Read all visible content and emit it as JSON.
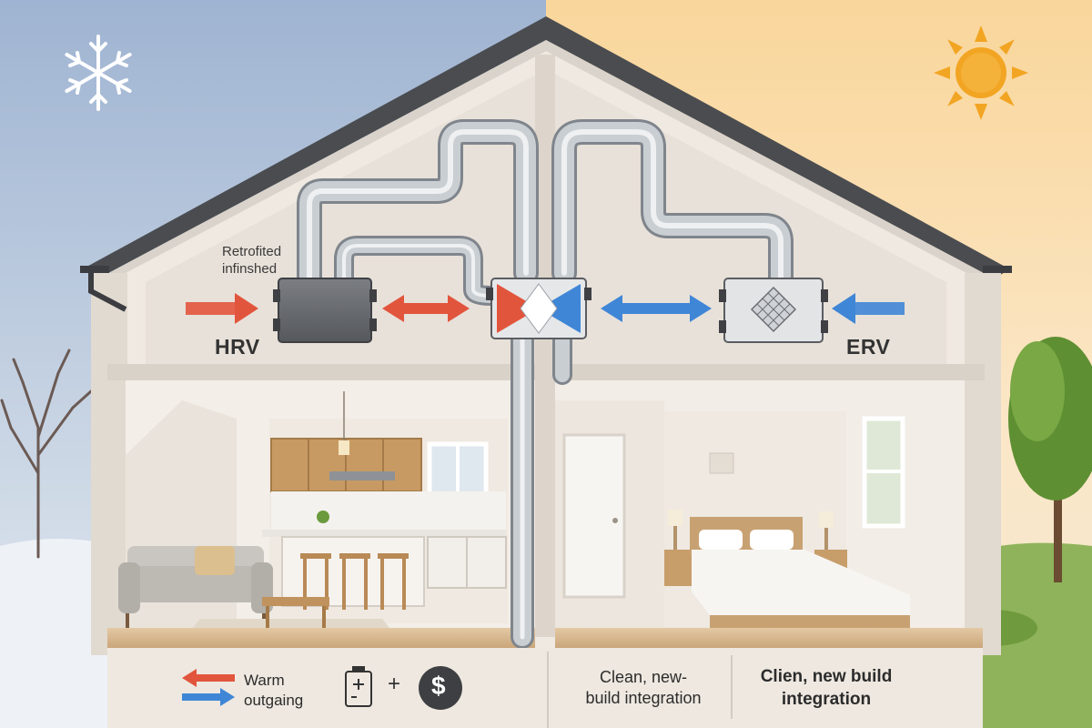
{
  "labels": {
    "retrofit_line1": "Retrofited",
    "retrofit_line2": "infinshed",
    "hrv": "HRV",
    "erv": "ERV"
  },
  "footer": {
    "warm_line1": "Warm",
    "warm_line2": "outgaing",
    "plus": "+",
    "dollar": "$",
    "clean_line1": "Clean, new-",
    "clean_line2": "build integration",
    "clien_line1": "Clien, new build",
    "clien_line2": "integration"
  },
  "colors": {
    "winter_sky": "#bccbe0",
    "summer_sky": "#f8d9a6",
    "wall": "#ece6df",
    "roof": "#4a4c50",
    "duct": "#b9bec4",
    "warm_arrow": "#e2553d",
    "cool_arrow": "#3f86d6",
    "sun": "#f2a523",
    "hrv_unit": "#6a6c70",
    "erv_unit": "#e3e4e6"
  },
  "icons": [
    "snowflake-icon",
    "sun-icon",
    "battery-plus-icon",
    "dollar-icon",
    "exchange-arrows-icon"
  ]
}
